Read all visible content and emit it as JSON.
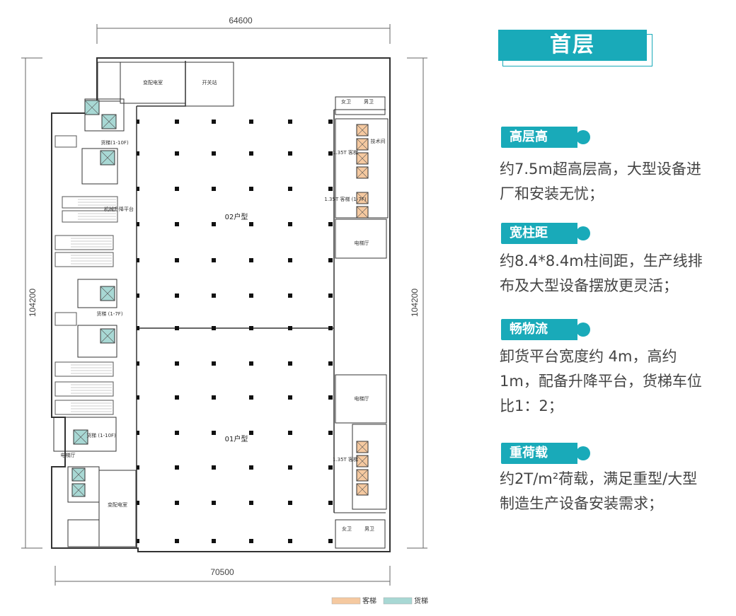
{
  "panel": {
    "title": "首层",
    "features": [
      {
        "tag": "高层高",
        "desc": "约7.5m超高层高，大型设备进厂和安装无忧；"
      },
      {
        "tag": "宽柱距",
        "desc": "约8.4*8.4m柱间距，生产线排布及大型设备摆放更灵活；"
      },
      {
        "tag": "畅物流",
        "desc": "卸货平台宽度约 4m，高约1m，配备升降平台，货梯车位比1：2；"
      },
      {
        "tag": "重荷载",
        "desc": "约2T/m²荷载，满足重型/大型制造生产设备安装需求；"
      }
    ],
    "accent_color": "#19aab9"
  },
  "plan": {
    "dims": {
      "top": "64600",
      "bottom": "70500",
      "left": "104200",
      "right": "104200"
    },
    "units": {
      "upper": "02户型",
      "lower": "01户型"
    },
    "rooms": {
      "substation_top": "变配电室",
      "switch_station": "开关站",
      "female_wc_top": "女卫",
      "male_wc_top": "男卫",
      "tech_room": "技术间",
      "pax_lift_upper_a": "1.35T 客梯",
      "pax_lift_upper_b": "1.35T 客梯 (1-7F)",
      "lobby_upper": "电梯厅",
      "lobby_right_lower": "电梯厅",
      "pax_lift_lower": "1.35T 客梯",
      "female_wc_bottom": "女卫",
      "male_wc_bottom": "男卫",
      "freight_lift_top": "货梯(1-10F)",
      "lift_platform": "机械升降平台",
      "freight_lift_mid": "货梯 (1-7F)",
      "freight_lift_bottom": "货梯 (1-10F)",
      "lobby_left": "电梯厅",
      "substation_bottom": "变配电室"
    },
    "colors": {
      "passenger_lift": "#f5c9a0",
      "freight_lift": "#a8d8d4"
    }
  },
  "legend": {
    "passenger": {
      "label": "客梯",
      "color": "#f5c9a0"
    },
    "freight": {
      "label": "货梯",
      "color": "#a8d8d4"
    }
  }
}
